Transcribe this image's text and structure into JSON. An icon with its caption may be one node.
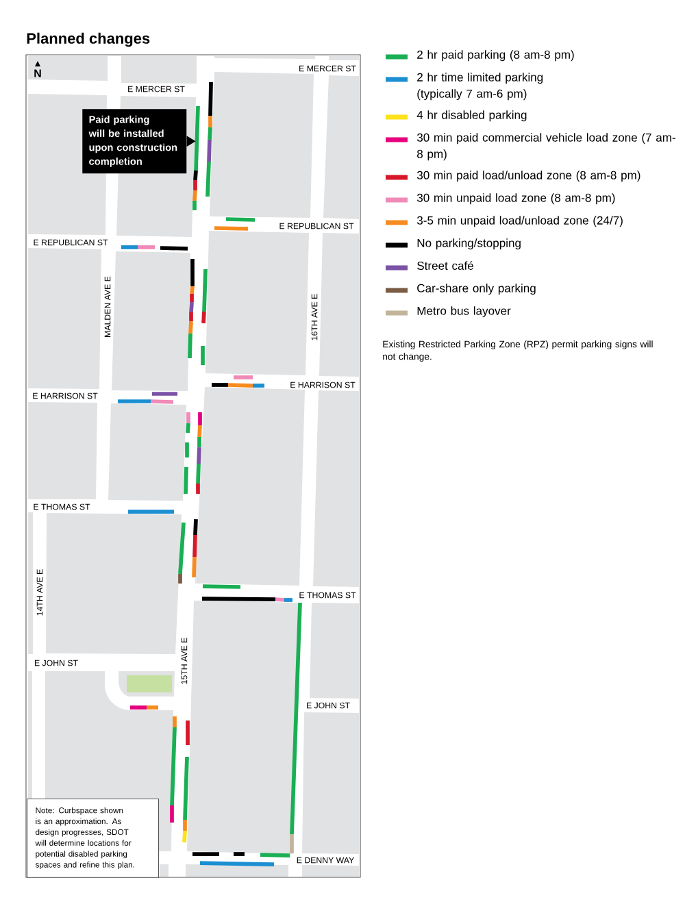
{
  "diagram": {
    "title": "Planned changes",
    "nodes": [
      {
        "text": [
          "Paid parking will be installed upon construction completion"
        ]
      },
      {
        "text": [
          "Note: Curbspace shown is an approximation. As design progresses, SDOT will determine locations for potential disabled parking spaces and refine this plan."
        ]
      }
    ],
    "labels": [
      "N",
      "E MERCER ST",
      "E MERCER ST",
      "E REPUBLICAN ST",
      "E REPUBLICAN ST",
      "MALDEN AVE E",
      "16TH AVE E",
      "E HARRISON ST",
      "E HARRISON ST",
      "E THOMAS ST",
      "E THOMAS ST",
      "14TH AVE E",
      "E JOHN ST",
      "15TH AVE E",
      "E JOHN ST",
      "E DENNY WAY",
      "Existing Restricted Parking Zone (RPZ) permit parking signs will not change."
    ],
    "legend": [
      {
        "text": "2 hr paid parking (8 am-8 pm)",
        "color": "#1aaf54"
      },
      {
        "text": "2 hr time limited parking (typically 7 am-6 pm)",
        "color": "#1b8fd2"
      },
      {
        "text": "4 hr disabled parking",
        "color": "#fde21a"
      },
      {
        "text": "30 min paid commercial vehicle load zone (7 am-8 pm)",
        "color": "#e6007e"
      },
      {
        "text": "30 min paid load/unload zone (8 am-8 pm)",
        "color": "#d7182a"
      },
      {
        "text": "30 min unpaid load zone (8 am-8 pm)",
        "color": "#f08ab8"
      },
      {
        "text": "3-5 min unpaid load/unload zone (24/7)",
        "color": "#f68b1f"
      },
      {
        "text": "No parking/stopping",
        "color": "#000000"
      },
      {
        "text": "Street café",
        "color": "#7b52a6"
      },
      {
        "text": "Car-share only parking",
        "color": "#7a5c44"
      },
      {
        "text": "Metro bus layover",
        "color": "#c2b59b"
      }
    ]
  }
}
